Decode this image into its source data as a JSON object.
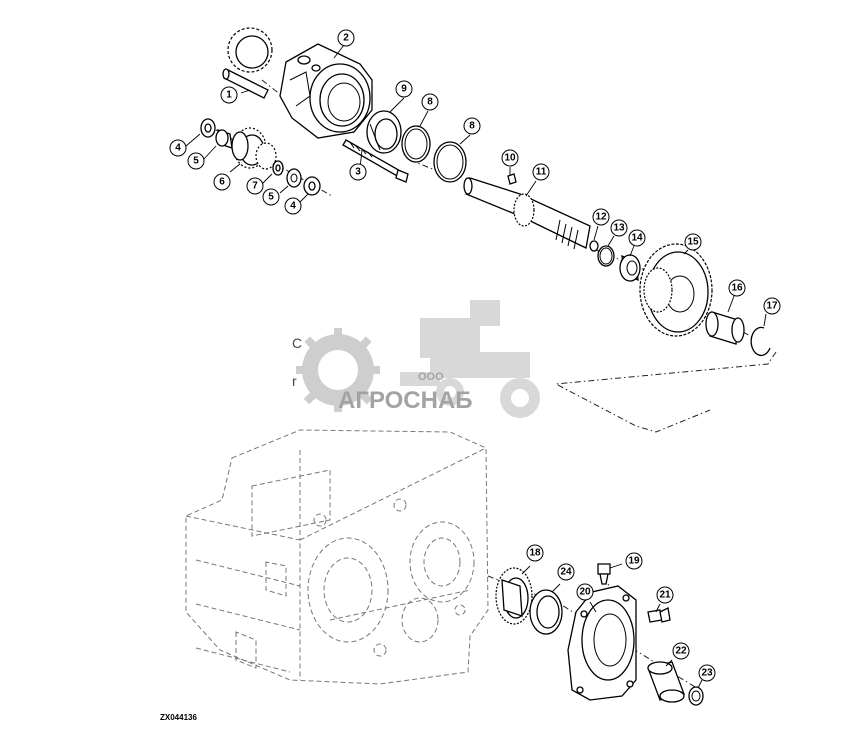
{
  "figure_code": "ZX044136",
  "watermark": {
    "company_prefix": "ООО",
    "company_name": "АГРОСНАБ"
  },
  "callouts": [
    "1",
    "2",
    "3",
    "4",
    "4",
    "5",
    "5",
    "6",
    "7",
    "8",
    "8",
    "9",
    "10",
    "11",
    "12",
    "13",
    "14",
    "15",
    "16",
    "17",
    "18",
    "19",
    "20",
    "21",
    "22",
    "23",
    "24"
  ],
  "stray_marks": [
    "C",
    "r"
  ]
}
